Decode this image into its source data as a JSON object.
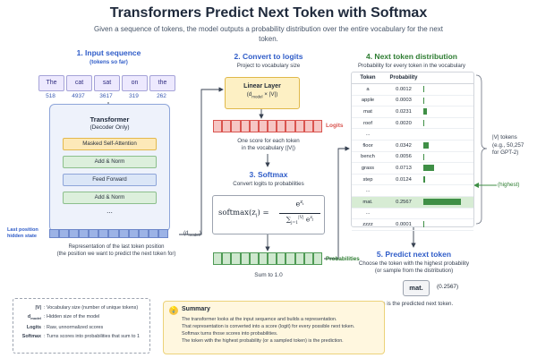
{
  "title": "Transformers Predict Next Token with Softmax",
  "subtitle": "Given a sequence of tokens, the model outputs a probability distribution over the entire vocabulary for the next token.",
  "input": {
    "heading": "1. Input sequence",
    "subheading": "(tokens so far)",
    "tokens": [
      {
        "text": "The",
        "id": "518"
      },
      {
        "text": "cat",
        "id": "4937"
      },
      {
        "text": "sat",
        "id": "3617"
      },
      {
        "text": "on",
        "id": "319"
      },
      {
        "text": "the",
        "id": "262"
      }
    ]
  },
  "decoder": {
    "title": "Transformer",
    "subtitle": "(Decoder Only)",
    "layers": [
      "Masked Self-Attention",
      "Add & Norm",
      "Feed Forward",
      "Add & Norm"
    ],
    "ellipsis": "...",
    "last_position_label": "Last position",
    "hidden_state_label": "hidden state",
    "dmodel_label": "(d",
    "dmodel_sub": "model",
    "dmodel_close": ")",
    "caption_line1": "Representation of the last token position",
    "caption_line2": "(the position we want to predict the next token for)"
  },
  "logits": {
    "heading": "2. Convert to logits",
    "subheading": "Project to vocabulary size",
    "linear_title": "Linear Layer",
    "linear_dim_open": "(d",
    "linear_dim_sub": "model",
    "linear_dim_close": " × |V|)",
    "row_label": "Logits",
    "caption_line1": "One score for each token",
    "caption_line2": "in the vocabulary (|V|)"
  },
  "softmax": {
    "heading": "3. Softmax",
    "subheading": "Convert logits to probabilities",
    "formula_lhs": "softmax(z",
    "formula_lhs_sub": "i",
    "formula_lhs_close": ") =",
    "numerator": "e",
    "numerator_sup": "z",
    "numerator_sub": "i",
    "denominator": "∑",
    "denominator_sup": "|V|",
    "denominator_sub": "j=1",
    "denominator_e": "e",
    "denominator_e_sup": "z",
    "denominator_e_sub": "j",
    "row_label": "Probabilities",
    "sum_label": "Sum to 1.0"
  },
  "distribution": {
    "heading": "4. Next token distribution",
    "subheading": "Probability for every token in the vocabulary",
    "col_token": "Token",
    "col_prob": "Probability",
    "rows": [
      {
        "token": "a",
        "prob": "0.0012",
        "value": 0.0012
      },
      {
        "token": "apple",
        "prob": "0.0003",
        "value": 0.0003
      },
      {
        "token": "mat",
        "prob": "0.0231",
        "value": 0.0231
      },
      {
        "token": "roof",
        "prob": "0.0020",
        "value": 0.002
      },
      {
        "token": "...",
        "prob": "",
        "value": 0
      },
      {
        "token": "floor",
        "prob": "0.0342",
        "value": 0.0342
      },
      {
        "token": "bench",
        "prob": "0.0056",
        "value": 0.0056
      },
      {
        "token": "grass",
        "prob": "0.0713",
        "value": 0.0713
      },
      {
        "token": "step",
        "prob": "0.0124",
        "value": 0.0124
      },
      {
        "token": "...",
        "prob": "",
        "value": 0
      },
      {
        "token": "mat.",
        "prob": "0.2567",
        "value": 0.2567,
        "highlight": true
      },
      {
        "token": "...",
        "prob": "",
        "value": 0
      },
      {
        "token": "zzzz",
        "prob": "0.0001",
        "value": 0.0001
      }
    ],
    "vocab_note_line1": "|V| tokens",
    "vocab_note_line2": "(e.g., 50,257",
    "vocab_note_line3": "for GPT-2)",
    "highest_label": "(highest)"
  },
  "predict": {
    "heading": "5. Predict next token",
    "line1": "Choose the token with the highest probability",
    "line2": "(or sample from the distribution)",
    "token": "mat.",
    "prob": "(0.2567)",
    "caption": "This is the predicted next token."
  },
  "legend": [
    {
      "key": "|V|",
      "text": ": Vocabulary size (number of unique tokens)"
    },
    {
      "key": "d",
      "key_sub": "model",
      "text": ": Hidden size of the model"
    },
    {
      "key": "Logits",
      "text": ": Raw, unnormalized scores"
    },
    {
      "key": "Softmax",
      "text": ": Turns scores into probabilities that sum to 1"
    }
  ],
  "summary": {
    "title": "Summary",
    "lines": [
      "The transformer looks at the input sequence and builds a representation.",
      "That representation is converted into a score (logit) for every possible next token.",
      "Softmax turns those scores into probabilities.",
      "The token with the highest probability (or a sampled token) is the prediction."
    ]
  },
  "colors": {
    "blue_heading": "#2f5cc8",
    "green_heading": "#2e7d32",
    "logit_red": "#d9544f",
    "prob_green": "#4f9a55",
    "highlight_bar": "#3f8f46"
  }
}
